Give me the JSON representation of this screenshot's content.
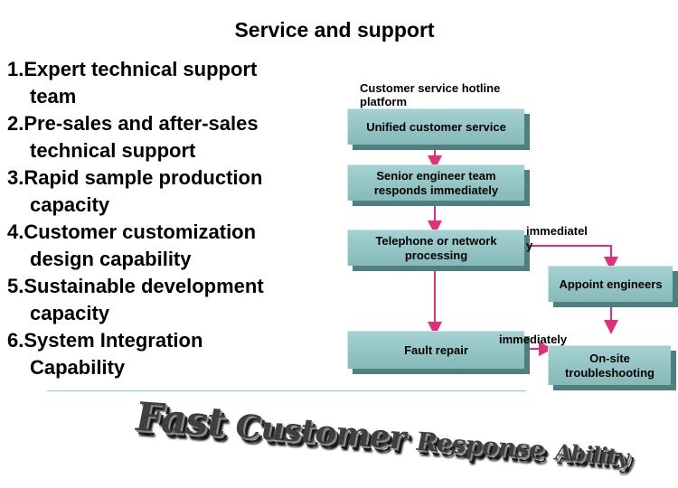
{
  "title": "Service and support",
  "list": [
    {
      "num": "1.",
      "line1": "Expert technical support",
      "line2": "team"
    },
    {
      "num": "2.",
      "line1": "Pre-sales and after-sales",
      "line2": "technical support"
    },
    {
      "num": "3.",
      "line1": "Rapid sample production",
      "line2": "capacity"
    },
    {
      "num": "4.",
      "line1": "Customer customization",
      "line2": "design capability"
    },
    {
      "num": "5.",
      "line1": "Sustainable development",
      "line2": "capacity"
    },
    {
      "num": "6.",
      "line1": "System Integration",
      "line2": "Capability"
    }
  ],
  "flow": {
    "caption": "Customer service hotline platform",
    "boxes": {
      "unified": "Unified customer service",
      "senior": "Senior engineer team responds immediately",
      "telephone": "Telephone or network processing",
      "appoint": "Appoint engineers",
      "fault": "Fault repair",
      "onsite": "On-site troubleshooting"
    },
    "labels": {
      "immediately_top": "immediatel y",
      "immediately_bottom": "immediately"
    },
    "arrow_color": "#e0307a"
  },
  "slogan": {
    "word1": "Fast",
    "word2": "Customer",
    "word3": "Response",
    "word4": "Ability"
  }
}
